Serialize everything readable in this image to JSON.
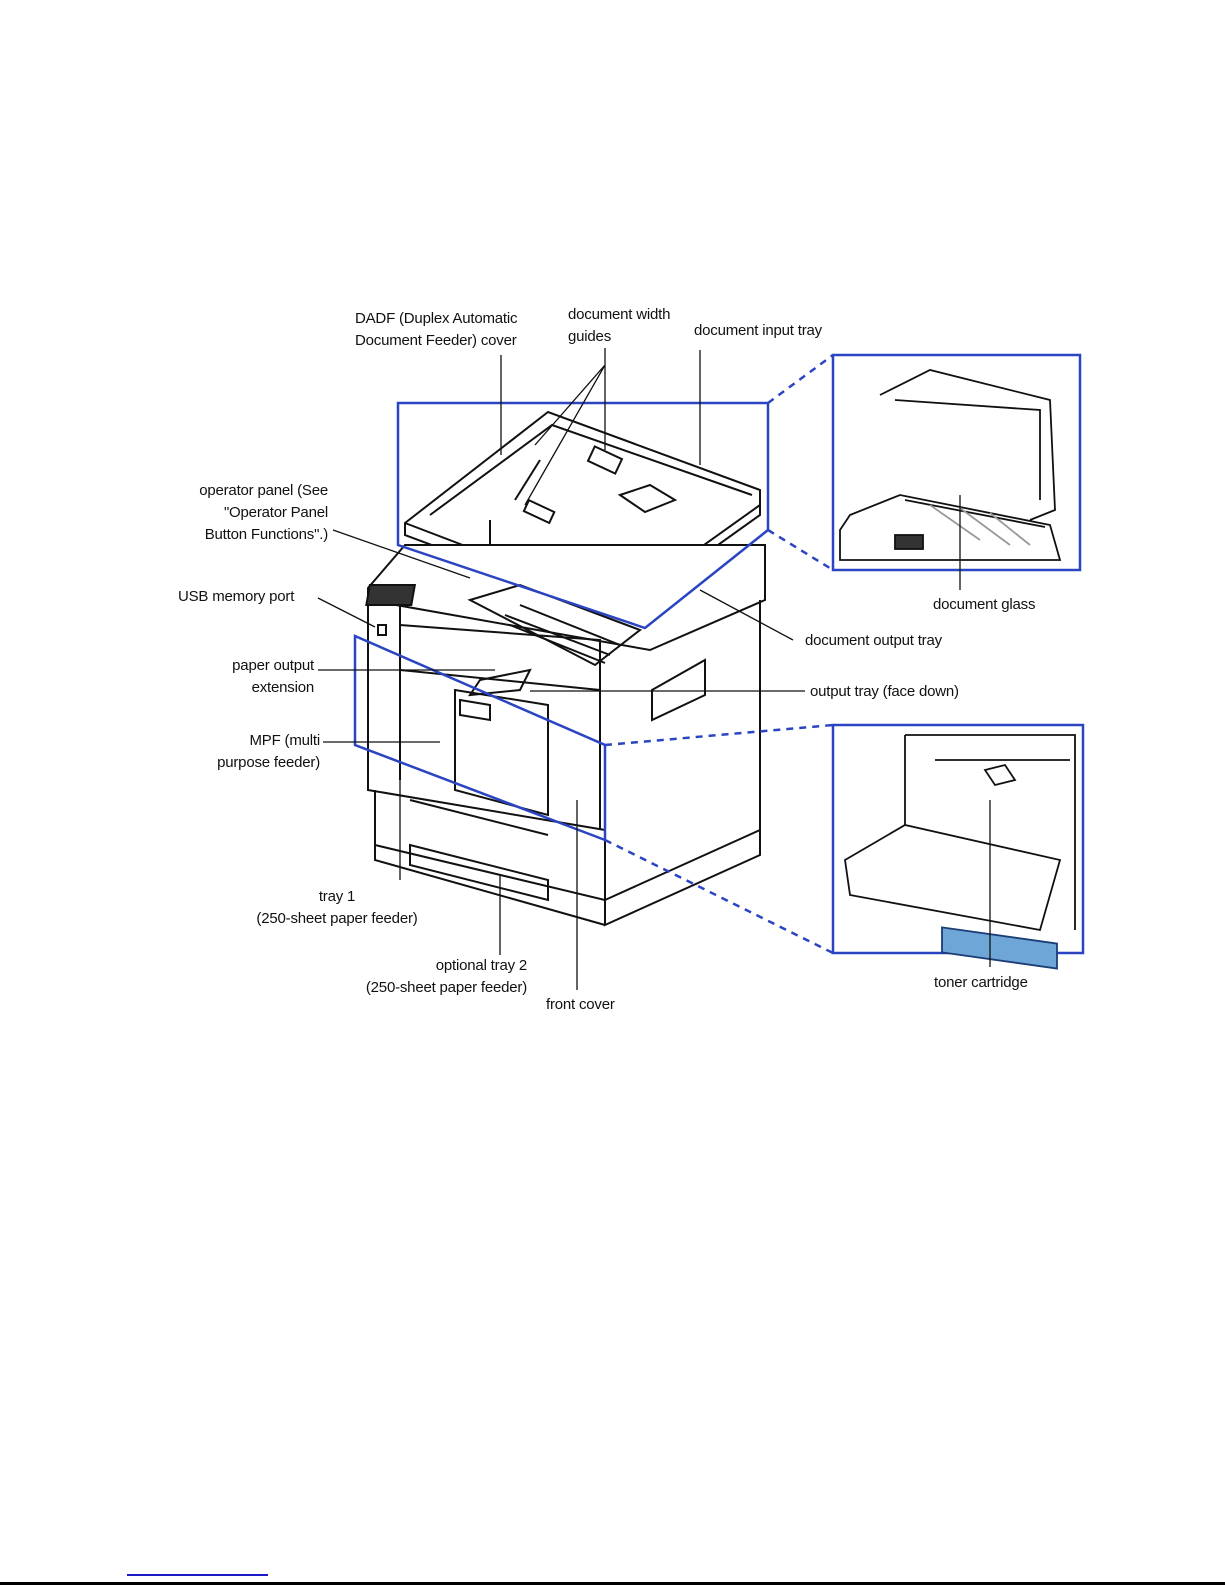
{
  "diagram": {
    "accent_color": "#2b44c2",
    "labels": {
      "dadf_cover": "DADF (Duplex Automatic\nDocument Feeder) cover",
      "width_guides": "document width\nguides",
      "input_tray": "document input tray",
      "operator_panel": "operator panel (See\n\"Operator Panel\nButton Functions\".)",
      "usb_port": "USB memory port",
      "paper_output_extension": "paper output\nextension",
      "mpf": "MPF (multi\npurpose feeder)",
      "tray1": "tray 1\n(250-sheet paper feeder)",
      "tray2": "optional tray 2\n(250-sheet paper feeder)",
      "front_cover": "front cover",
      "document_glass": "document glass",
      "document_output_tray": "document output tray",
      "output_tray": "output tray (face down)",
      "toner_cartridge": "toner cartridge"
    }
  }
}
